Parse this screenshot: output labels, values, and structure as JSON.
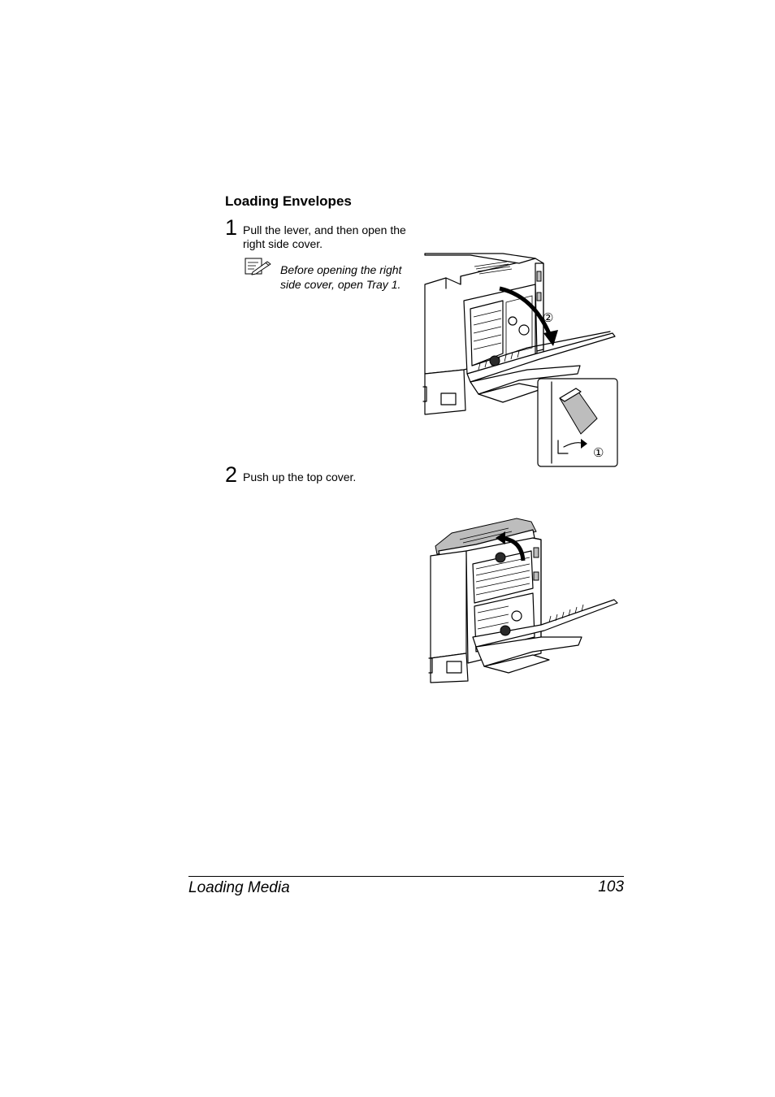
{
  "section": {
    "title": "Loading Envelopes"
  },
  "steps": [
    {
      "number": "1",
      "text_line1": "Pull the lever, and then open the",
      "text_line2": "right side cover."
    },
    {
      "number": "2",
      "text": "Push up the top cover."
    }
  ],
  "note": {
    "line1": "Before opening the right",
    "line2": "side cover, open Tray 1."
  },
  "figure1": {
    "callout_1": "①",
    "callout_2": "②"
  },
  "footer": {
    "title": "Loading Media",
    "page": "103"
  }
}
